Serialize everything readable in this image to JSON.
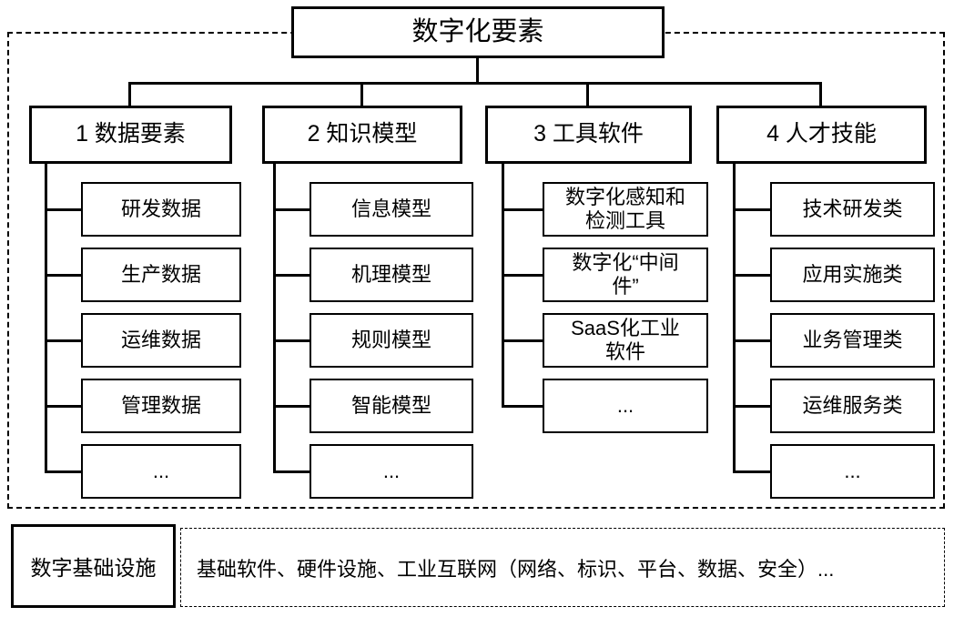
{
  "diagram": {
    "root": {
      "label": "数字化要素"
    },
    "columns": [
      {
        "label": "1 数据要素",
        "children": [
          "研发数据",
          "生产数据",
          "运维数据",
          "管理数据",
          "..."
        ]
      },
      {
        "label": "2 知识模型",
        "children": [
          "信息模型",
          "机理模型",
          "规则模型",
          "智能模型",
          "..."
        ]
      },
      {
        "label": "3 工具软件",
        "children": [
          "数字化感知和\n检测工具",
          "数字化“中间\n件”",
          "SaaS化工业\n软件",
          "..."
        ]
      },
      {
        "label": "4 人才技能",
        "children": [
          "技术研发类",
          "应用实施类",
          "业务管理类",
          "运维服务类",
          "..."
        ]
      }
    ],
    "infrastructure": {
      "label": "数字基础设施",
      "description": "基础软件、硬件设施、工业互联网（网络、标识、平台、数据、安全）..."
    },
    "colors": {
      "line": "#000000",
      "background": "#ffffff"
    }
  }
}
